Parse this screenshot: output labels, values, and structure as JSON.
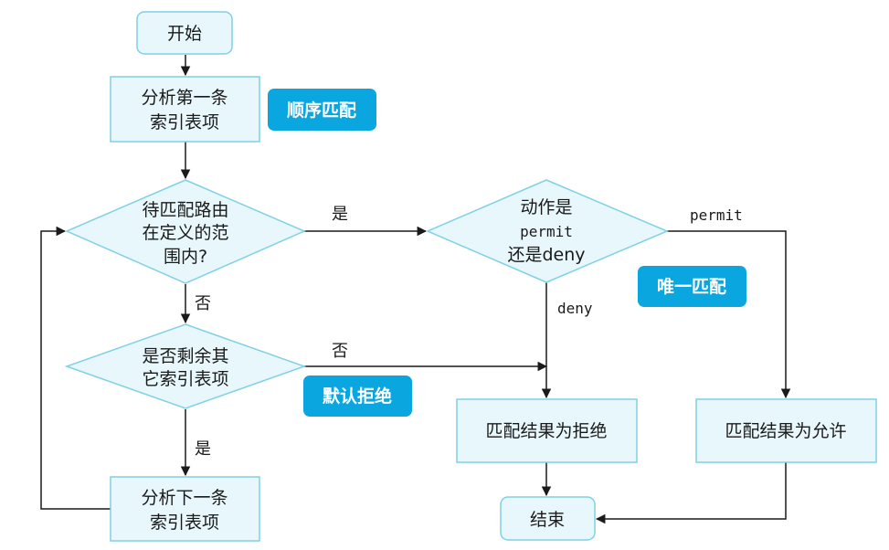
{
  "nodes": {
    "start": "开始",
    "analyze_first": [
      "分析第一条",
      "索引表项"
    ],
    "in_range": [
      "待匹配路由",
      "在定义的范",
      "围内?"
    ],
    "action": [
      "动作是",
      "permit",
      "还是deny"
    ],
    "remaining": [
      "是否剩余其",
      "它索引表项"
    ],
    "analyze_next": [
      "分析下一条",
      "索引表项"
    ],
    "result_deny": "匹配结果为拒绝",
    "result_permit": "匹配结果为允许",
    "end": "结束"
  },
  "edge_labels": {
    "in_range_yes": "是",
    "in_range_no": "否",
    "remaining_no": "否",
    "remaining_yes": "是",
    "action_permit": "permit",
    "action_deny": "deny"
  },
  "badges": {
    "sequential_match": "顺序匹配",
    "default_deny": "默认拒绝",
    "unique_match": "唯一匹配"
  },
  "colors": {
    "node_fill": "#e8f7fb",
    "node_border": "#7fd1e6",
    "badge_fill": "#0aa6e0",
    "line": "#1a1a1a"
  }
}
